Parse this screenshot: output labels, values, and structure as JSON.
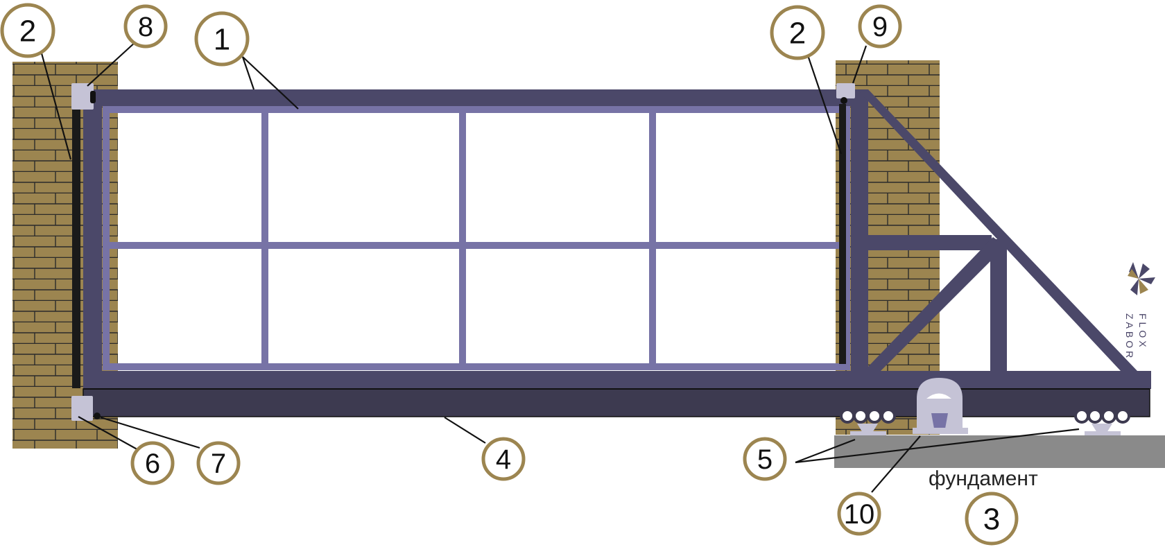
{
  "colors": {
    "brick": "#9c8550",
    "brick_line": "#2a2a2a",
    "frame_dark": "#4b4869",
    "frame_light": "#7773a6",
    "beam": "#3d3a50",
    "hardware": "#c5c3d6",
    "foundation": "#8a8a8a",
    "callout_ring": "#9c8550",
    "leader": "#111111",
    "logo_dark": "#4b4869",
    "logo_gold": "#9c8550"
  },
  "callouts": [
    {
      "id": "1",
      "label": "1"
    },
    {
      "id": "2-left",
      "label": "2"
    },
    {
      "id": "2-right",
      "label": "2"
    },
    {
      "id": "3",
      "label": "3"
    },
    {
      "id": "4",
      "label": "4"
    },
    {
      "id": "5",
      "label": "5"
    },
    {
      "id": "6",
      "label": "6"
    },
    {
      "id": "7",
      "label": "7"
    },
    {
      "id": "8",
      "label": "8"
    },
    {
      "id": "9",
      "label": "9"
    },
    {
      "id": "10",
      "label": "10"
    }
  ],
  "foundation_label": "фундамент",
  "logo": {
    "line1": "FLOX",
    "line2": "ZABOR",
    "icon": "flower-petals-icon"
  }
}
